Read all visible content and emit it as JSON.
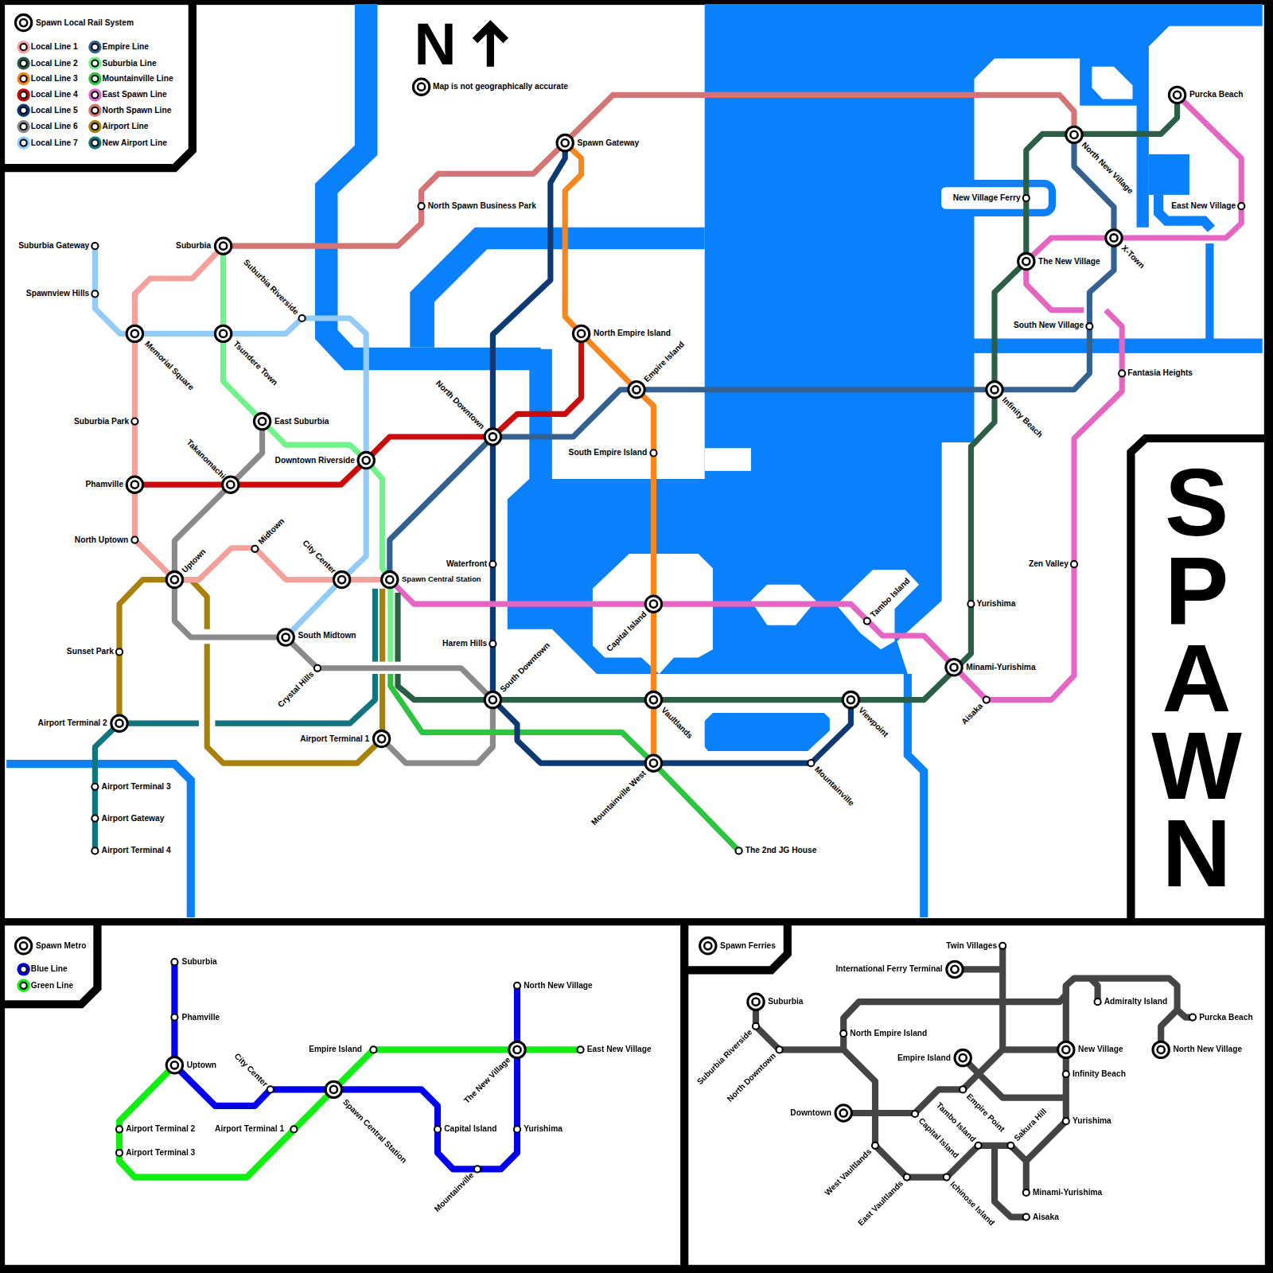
{
  "diagram": {
    "title": "SPAWN",
    "labels": [
      "Spawn Local Rail System",
      "N",
      "Map is not geographically accurate",
      "Suburbia Gateway",
      "Spawnview Hills",
      "Suburbia",
      "Suburbia Riverside",
      "Memorial Square",
      "Tsundere Town",
      "Suburbia Park",
      "East Suburbia",
      "Takanomachi",
      "Phamville",
      "Downtown Riverside",
      "North Uptown",
      "Midtown",
      "Uptown",
      "City Center",
      "Spawn Central Station",
      "South Midtown",
      "Sunset Park",
      "Crystal Hills",
      "Airport Terminal 2",
      "Airport Terminal 1",
      "Airport Terminal 3",
      "Airport Gateway",
      "Airport Terminal 4",
      "North Spawn Business Park",
      "Spawn Gateway",
      "North Empire Island",
      "Empire Island",
      "North Downtown",
      "South Empire Island",
      "Waterfront",
      "Harem Hills",
      "South Downtown",
      "Capital Island",
      "Vaultlands",
      "Mountainville West",
      "The 2nd JG House",
      "Mountainville",
      "Viewpoint",
      "Tambo Island",
      "Minami-Yurishima",
      "Aisaka",
      "Yurishima",
      "Infinity Beach",
      "Zen Valley",
      "Fantasia Heights",
      "South New Village",
      "The New Village",
      "X-Town",
      "New Village Ferry",
      "East New Village",
      "North New Village",
      "Purcka Beach",
      "Spawn Metro",
      "Suburbia",
      "Phamville",
      "Uptown",
      "City Center",
      "Airport Terminal 2",
      "Airport Terminal 3",
      "Airport Terminal 1",
      "Spawn Central Station",
      "Empire Island",
      "Capital Island",
      "Mountainville",
      "The New Village",
      "North New Village",
      "Yurishima",
      "East New Village",
      "Spawn Ferries",
      "Suburbia",
      "Suburbia Riverside",
      "North Downtown",
      "North Empire Island",
      "Downtown",
      "Empire Island",
      "Empire Point",
      "Capital Island",
      "West Vaultlands",
      "East Vaultlands",
      "Ichinose Island",
      "Tambo Island",
      "Sakura Hill",
      "Minami-Yurishima",
      "Aisaka",
      "Twin Villages",
      "International Ferry Terminal",
      "New Village",
      "Infinity Beach",
      "Yurishima",
      "Admiralty Island",
      "Purcka Beach",
      "North New Village"
    ],
    "legend": [
      {
        "text": "Local Line 1",
        "color": "#f4a09c"
      },
      {
        "text": "Local Line 2",
        "color": "#2b5e46"
      },
      {
        "text": "Local Line 3",
        "color": "#f7861c"
      },
      {
        "text": "Local Line 4",
        "color": "#cc0a0a"
      },
      {
        "text": "Local Line 5",
        "color": "#0d3a73"
      },
      {
        "text": "Local Line 6",
        "color": "#8a8a8a"
      },
      {
        "text": "Local Line 7",
        "color": "#92cbf8"
      },
      {
        "text": "Empire Line",
        "color": "#34618f"
      },
      {
        "text": "Suburbia Line",
        "color": "#72f28a"
      },
      {
        "text": "Mountainville Line",
        "color": "#2dc440"
      },
      {
        "text": "East Spawn Line",
        "color": "#e466c2"
      },
      {
        "text": "North Spawn Line",
        "color": "#d47474"
      },
      {
        "text": "Airport Line",
        "color": "#a98008"
      },
      {
        "text": "New Airport Line",
        "color": "#11757f"
      },
      {
        "text": "Blue Line",
        "color": "#0000ee"
      },
      {
        "text": "Green Line",
        "color": "#11ee11"
      }
    ]
  }
}
